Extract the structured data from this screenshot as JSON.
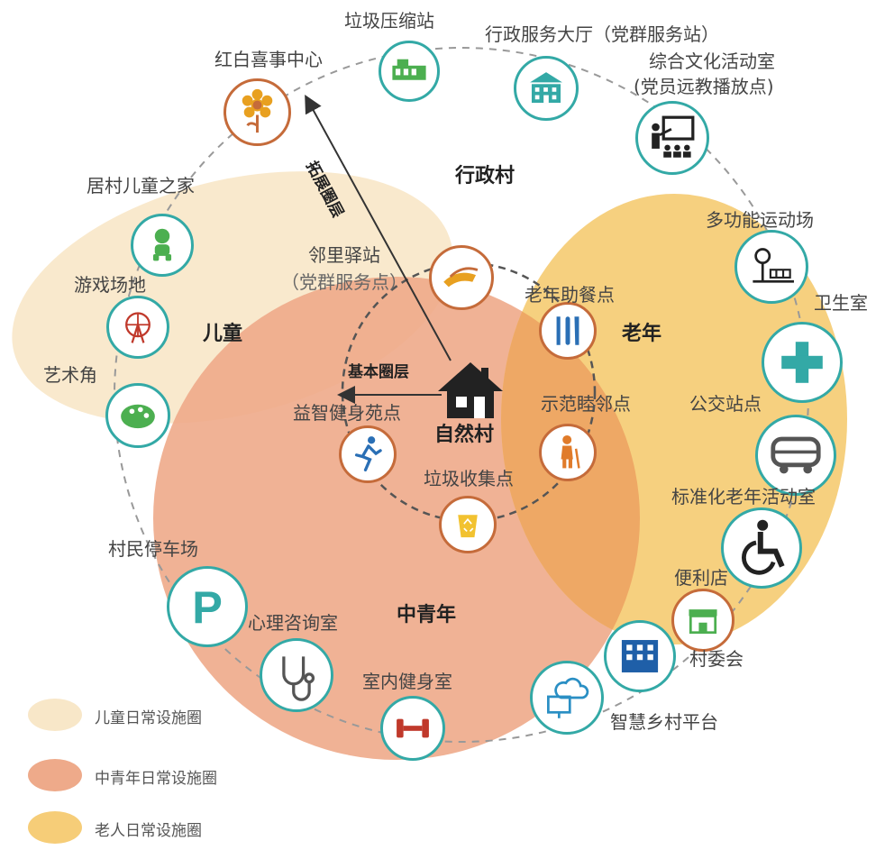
{
  "labels": {
    "children_zone": "儿童",
    "youth_zone": "中青年",
    "elderly_zone": "老年",
    "admin_village": "行政村",
    "natural_village": "自然村",
    "basic_circle": "基本圈层",
    "extended_circle": "拓展圈层"
  },
  "facilities": {
    "wedding_funeral_center": "红白喜事中心",
    "garbage_compression": "垃圾压缩站",
    "admin_hall_1": "行政服务大厅（党群服务站）",
    "culture_room_1": "综合文化活动室",
    "culture_room_2": "(党员远教播放点)",
    "multi_sports": "多功能运动场",
    "clinic": "卫生室",
    "bus_stop": "公交站点",
    "elderly_activity": "标准化老年活动室",
    "convenience_store": "便利店",
    "village_committee": "村委会",
    "smart_platform": "智慧乡村平台",
    "indoor_gym": "室内健身室",
    "counseling": "心理咨询室",
    "parking": "村民停车场",
    "art_corner": "艺术角",
    "playground": "游戏场地",
    "children_home": "居村儿童之家",
    "neighbor_station_1": "邻里驿站",
    "neighbor_station_2": "（党群服务点）",
    "elderly_meal": "老年助餐点",
    "model_neighbor": "示范睦邻点",
    "garbage_collection": "垃圾收集点",
    "puzzle_fitness": "益智健身苑点"
  },
  "legend": {
    "children": "儿童日常设施圈",
    "youth": "中青年日常设施圈",
    "elderly": "老人日常设施圈"
  },
  "colors": {
    "children_fill": "#f8e7c8",
    "youth_fill": "#eeaa8a",
    "elderly_fill": "#f6cd78",
    "overlap_fill": "#eea865",
    "teal": "#33a9a6",
    "green": "#4caf50",
    "brown": "#c56b3a",
    "orange": "#e8a020"
  }
}
